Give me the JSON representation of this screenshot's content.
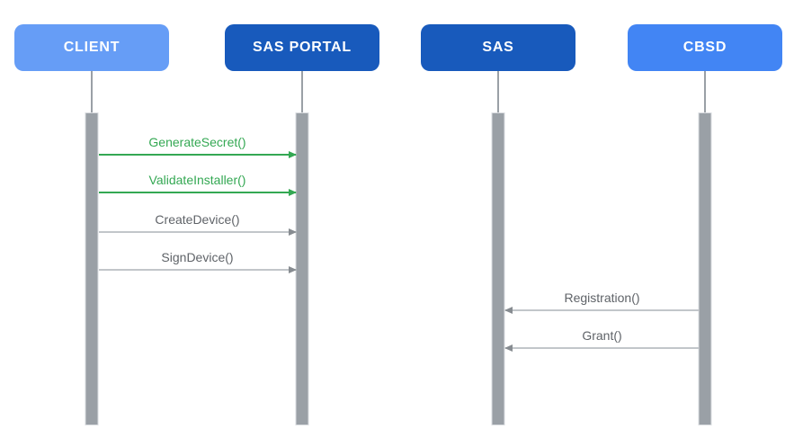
{
  "diagram": {
    "type": "sequence",
    "actors": [
      {
        "id": "client",
        "label": "CLIENT",
        "color": "#669df6"
      },
      {
        "id": "sas-portal",
        "label": "SAS PORTAL",
        "color": "#185abc"
      },
      {
        "id": "sas",
        "label": "SAS",
        "color": "#185abc"
      },
      {
        "id": "cbsd",
        "label": "CBSD",
        "color": "#4285f4"
      }
    ],
    "messages": [
      {
        "label": "GenerateSecret()",
        "from": "CLIENT",
        "to": "SAS PORTAL",
        "direction": "right",
        "style": "green"
      },
      {
        "label": "ValidateInstaller()",
        "from": "CLIENT",
        "to": "SAS PORTAL",
        "direction": "right",
        "style": "green"
      },
      {
        "label": "CreateDevice()",
        "from": "CLIENT",
        "to": "SAS PORTAL",
        "direction": "right",
        "style": "gray"
      },
      {
        "label": "SignDevice()",
        "from": "CLIENT",
        "to": "SAS PORTAL",
        "direction": "right",
        "style": "gray"
      },
      {
        "label": "Registration()",
        "from": "CBSD",
        "to": "SAS",
        "direction": "left",
        "style": "gray"
      },
      {
        "label": "Grant()",
        "from": "CBSD",
        "to": "SAS",
        "direction": "left",
        "style": "gray"
      }
    ],
    "colors": {
      "green": {
        "line": "#34a853",
        "head": "#34a853",
        "text": "#34a853"
      },
      "gray": {
        "line": "#c2c6ca",
        "head": "#878c91",
        "text": "#5f6368"
      },
      "lifeline": "#9aa0a6",
      "activation_bar": "#9aa0a6"
    }
  }
}
